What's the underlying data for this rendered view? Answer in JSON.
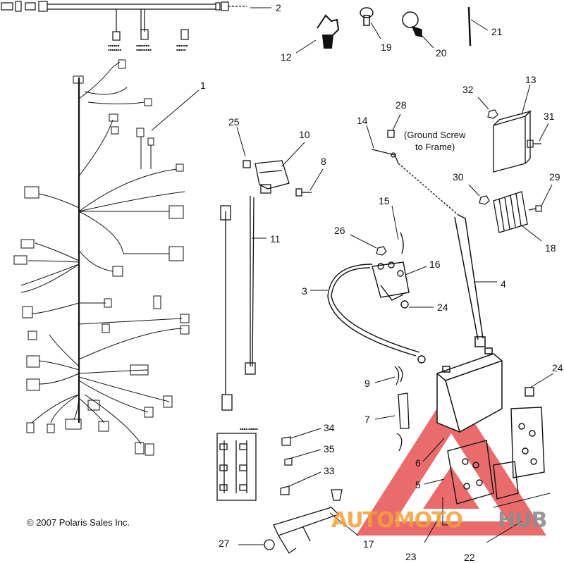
{
  "callouts": [
    {
      "id": "c1",
      "text": "1"
    },
    {
      "id": "c2",
      "text": "2"
    },
    {
      "id": "c3",
      "text": "3"
    },
    {
      "id": "c4",
      "text": "4"
    },
    {
      "id": "c5",
      "text": "5"
    },
    {
      "id": "c6",
      "text": "6"
    },
    {
      "id": "c7",
      "text": "7"
    },
    {
      "id": "c8",
      "text": "8"
    },
    {
      "id": "c9",
      "text": "9"
    },
    {
      "id": "c10",
      "text": "10"
    },
    {
      "id": "c11",
      "text": "11"
    },
    {
      "id": "c12",
      "text": "12"
    },
    {
      "id": "c13",
      "text": "13"
    },
    {
      "id": "c14",
      "text": "14"
    },
    {
      "id": "c15",
      "text": "15"
    },
    {
      "id": "c16",
      "text": "16"
    },
    {
      "id": "c17",
      "text": "17"
    },
    {
      "id": "c18",
      "text": "18"
    },
    {
      "id": "c19",
      "text": "19"
    },
    {
      "id": "c20",
      "text": "20"
    },
    {
      "id": "c21",
      "text": "21"
    },
    {
      "id": "c22",
      "text": "22"
    },
    {
      "id": "c23",
      "text": "23"
    },
    {
      "id": "c24a",
      "text": "24"
    },
    {
      "id": "c24b",
      "text": "24"
    },
    {
      "id": "c25",
      "text": "25"
    },
    {
      "id": "c26",
      "text": "26"
    },
    {
      "id": "c27",
      "text": "27"
    },
    {
      "id": "c28",
      "text": "28"
    },
    {
      "id": "c29",
      "text": "29"
    },
    {
      "id": "c30",
      "text": "30"
    },
    {
      "id": "c31",
      "text": "31"
    },
    {
      "id": "c32",
      "text": "32"
    },
    {
      "id": "c33",
      "text": "33"
    },
    {
      "id": "c34",
      "text": "34"
    },
    {
      "id": "c35",
      "text": "35"
    }
  ],
  "note_line1": "(Ground Screw",
  "note_line2": "to Frame)",
  "copyright": "© 2007 Polaris Sales Inc.",
  "watermark": {
    "part1": "AUTOMOTO",
    "part2": "HUB",
    "color_red": "#e23a3a",
    "color_orange": "#f2a13a",
    "color_gray": "#9a9a9a"
  }
}
